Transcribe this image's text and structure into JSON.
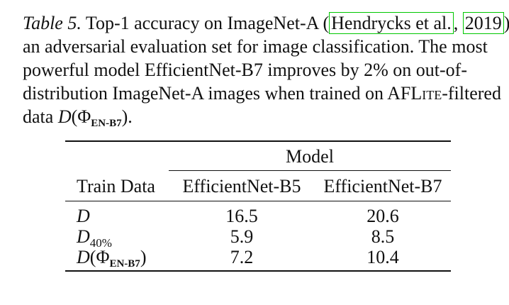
{
  "caption": {
    "label": "Table 5.",
    "text_a": "Top-1 accuracy on ImageNet-A (",
    "cite_author": "Hendrycks et al.",
    "cite_sep": ", ",
    "cite_year": "2019",
    "text_b": "),",
    "line2": "an adversarial evaluation set for image classification. The most",
    "line3": "powerful model EfficientNet-B7 improves by 2% on out-of-",
    "line4_a": "distribution ImageNet-A images when trained on ",
    "line4_af": "AF",
    "line4_lite": "Lite",
    "line4_b": "-filtered",
    "line5_a": "data ",
    "line5_D": "D",
    "line5_open": "(",
    "line5_phi": "Φ",
    "line5_sub": "EN-B7",
    "line5_close": ").",
    "line5_end": ""
  },
  "table": {
    "group_header": "Model",
    "col_header_0": "Train Data",
    "col_header_1": "EfficientNet-B5",
    "col_header_2": "EfficientNet-B7",
    "rows": [
      {
        "label_main": "D",
        "label_sub": "",
        "b5": "16.5",
        "b7": "20.6"
      },
      {
        "label_main": "D",
        "label_sub": "40%",
        "b5": "5.9",
        "b7": "8.5"
      },
      {
        "label_main": "D",
        "label_phi": "Φ",
        "label_sub": "EN-B7",
        "b5": "7.2",
        "b7": "10.4"
      }
    ]
  }
}
